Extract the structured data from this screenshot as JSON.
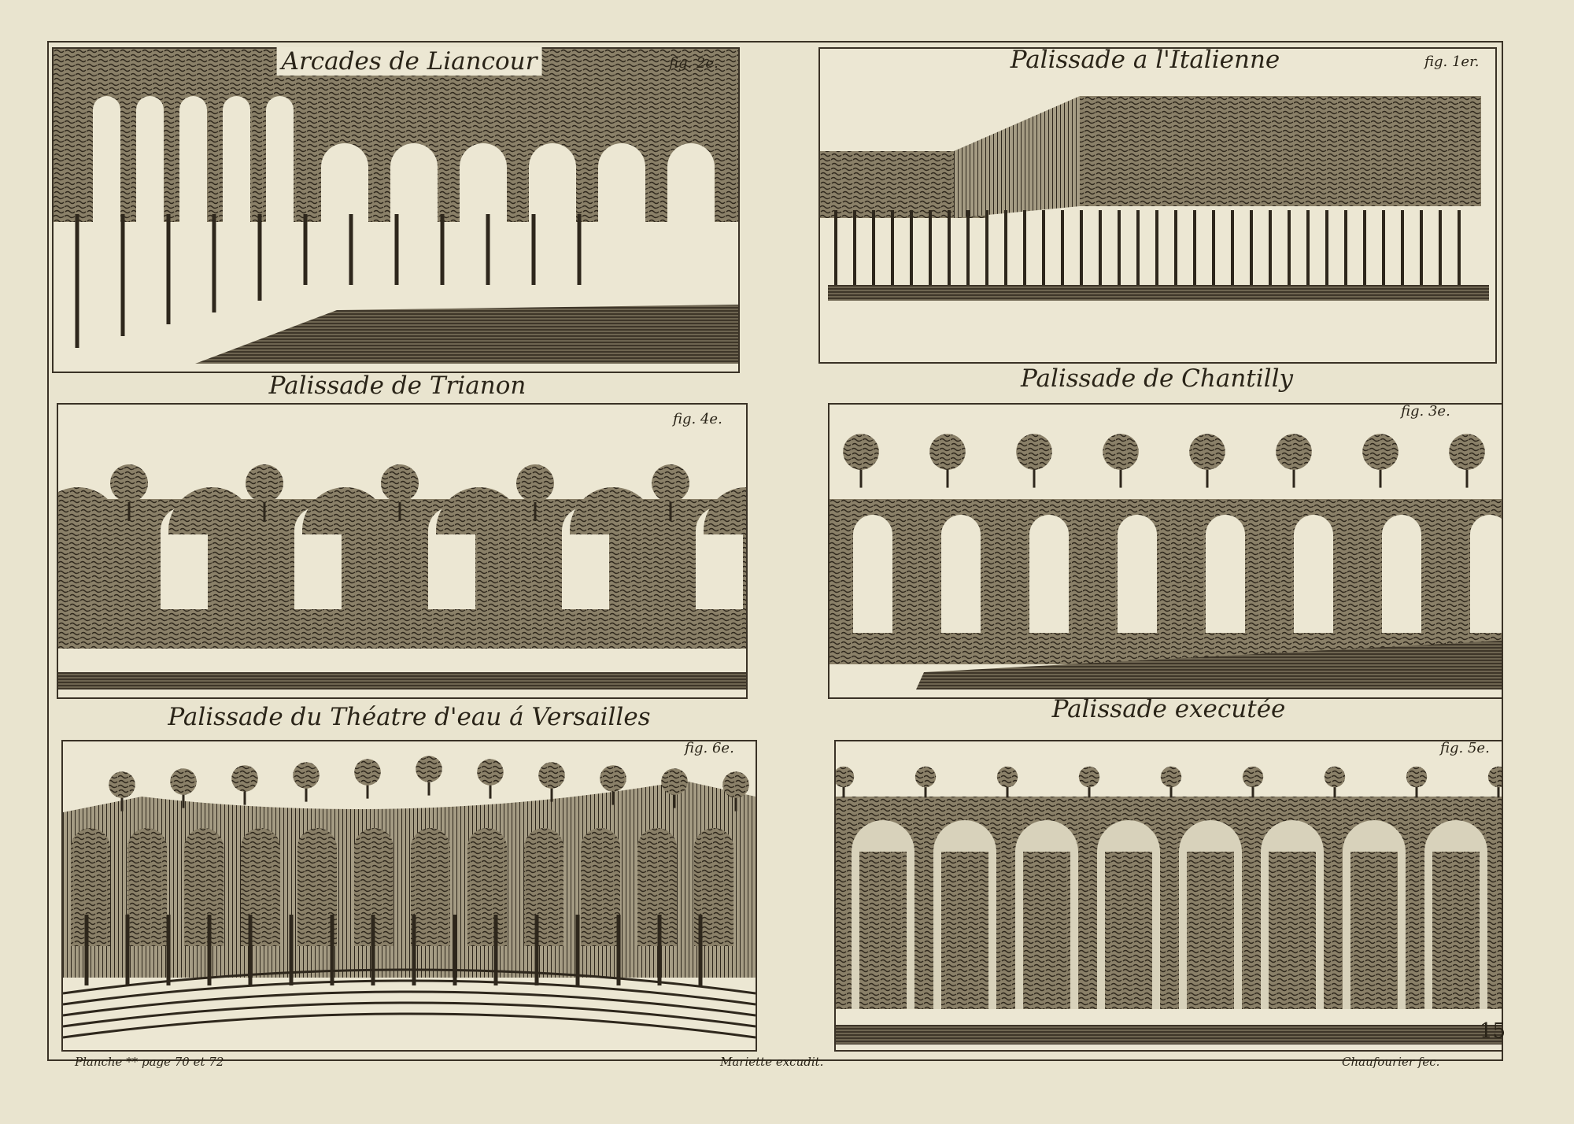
{
  "panels": [
    {
      "title": "Arcades de Liancour",
      "fig": "fig. 2e."
    },
    {
      "title": "Palissade a l'Italienne",
      "fig": "fig. 1er."
    },
    {
      "title": "Palissade de Trianon",
      "fig": "fig. 4e."
    },
    {
      "title": "Palissade de Chantilly",
      "fig": "fig. 3e."
    },
    {
      "title": "Palissade du Théatre d'eau á Versailles",
      "fig": "fig. 6e."
    },
    {
      "title": "Palissade executée",
      "fig": "fig. 5e."
    }
  ],
  "footer": {
    "left": "Planche ** page 70 et 72",
    "center": "Mariette excudit.",
    "right": "Chaufourier fec.",
    "page_number": "15"
  },
  "colors": {
    "ink": "#3a3226",
    "paper": "#e9e4cf"
  }
}
